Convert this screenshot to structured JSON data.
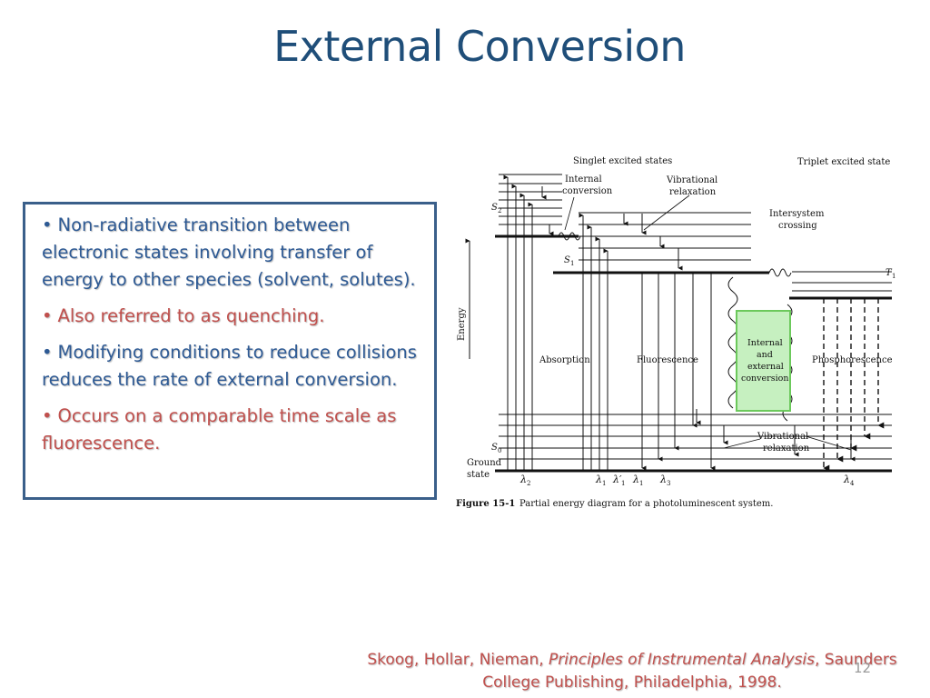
{
  "slide": {
    "title": "External Conversion",
    "page_number": "12"
  },
  "bullets": [
    {
      "text": "Non-radiative transition between electronic states involving transfer of energy to other species (solvent, solutes).",
      "color": "#2e5a94"
    },
    {
      "text": "Also referred to as quenching.",
      "color": "#c0504d"
    },
    {
      "text": "Modifying conditions to reduce collisions reduces the rate of external conversion.",
      "color": "#2e5a94"
    },
    {
      "text": "Occurs on a comparable time scale as fluorescence.",
      "color": "#c0504d"
    }
  ],
  "figure": {
    "labels": {
      "singlet": "Singlet excited states",
      "triplet": "Triplet excited state",
      "internal_conversion_1": "Internal",
      "internal_conversion_2": "conversion",
      "vib_relax_1": "Vibrational",
      "vib_relax_2": "relaxation",
      "intersystem_1": "Intersystem",
      "intersystem_2": "crossing",
      "s2": "S",
      "s2_sub": "2",
      "s1": "S",
      "s1_sub": "1",
      "s0": "S",
      "s0_sub": "0",
      "t1": "T",
      "t1_sub": "1",
      "energy": "Energy",
      "absorption": "Absorption",
      "fluorescence": "Fluorescence",
      "phosphorescence": "Phosphorescence",
      "ie_conv_1": "Internal",
      "ie_conv_2": "and",
      "ie_conv_3": "external",
      "ie_conv_4": "conversion",
      "vib_relax_low_1": "Vibrational",
      "vib_relax_low_2": "relaxation",
      "ground_1": "Ground",
      "ground_2": "state",
      "lambda2": "λ",
      "lambda2_sub": "2",
      "lambda1": "λ",
      "lambda1_sub": "1",
      "lambda1p": "λ′",
      "lambda1p_sub": "1",
      "lambda1b": "λ",
      "lambda1b_sub": "1",
      "lambda3": "λ",
      "lambda3_sub": "3",
      "lambda4": "λ",
      "lambda4_sub": "4"
    },
    "caption_bold": "Figure 15-1",
    "caption_text": "Partial energy diagram for a photoluminescent system.",
    "highlight_color": "#c6f0c0",
    "highlight_border": "#6cc95c"
  },
  "citation": {
    "authors": "Skoog, Hollar, Nieman, ",
    "book": "Principles of Instrumental Analysis",
    "rest": ", Saunders College Publishing, Philadelphia, 1998."
  }
}
